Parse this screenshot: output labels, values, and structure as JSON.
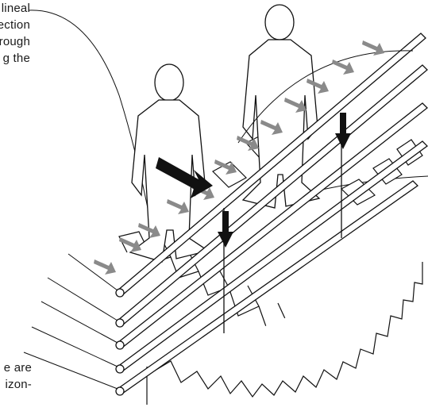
{
  "caption_top": {
    "lines": [
      "lineal",
      "ection",
      "rough",
      "g the"
    ]
  },
  "caption_bottom": {
    "lines": [
      "e  are",
      "izon-"
    ]
  },
  "colors": {
    "line": "#111111",
    "fill": "#ffffff",
    "arrow_gray": "#8a8a8a",
    "arrow_dark": "#111111"
  }
}
